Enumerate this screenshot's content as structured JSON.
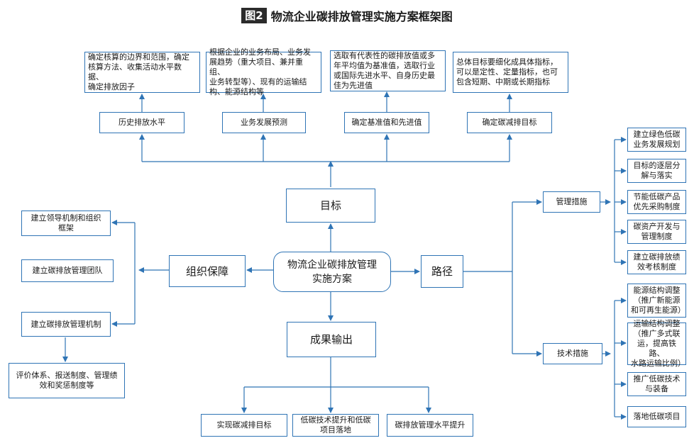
{
  "title": {
    "badge": "图2",
    "text": "物流企业碳排放管理实施方案框架图"
  },
  "center": "物流企业碳排放管理\n实施方案",
  "goal": {
    "label": "目标",
    "factors": [
      {
        "label": "历史排放水平",
        "detail": "确定核算的边界和范围，确定\n核算方法、收集活动水平数据、\n确定排放因子"
      },
      {
        "label": "业务发展预测",
        "detail": "根据企业的业务布局、业务发\n展趋势（重大项目、兼并重组、\n业务转型等）、现有的运输结\n构、能源结构等"
      },
      {
        "label": "确定基准值和先进值",
        "detail": "选取有代表性的碳排放值或多\n年平均值为基准值，选取行业\n或国际先进水平、自身历史最\n佳为先进值"
      },
      {
        "label": "确定碳减排目标",
        "detail": "总体目标要细化成具体指标，\n可以是定性、定量指标，也可\n包含短期、中期或长期指标"
      }
    ]
  },
  "org": {
    "label": "组织保障",
    "items": [
      "建立领导机制和组织\n框架",
      "建立碳排放管理团队",
      "建立碳排放管理机制"
    ],
    "sub": "评价体系、报送制度、管理绩\n效和奖惩制度等"
  },
  "path": {
    "label": "路径",
    "management": {
      "label": "管理措施",
      "items": [
        "建立绿色低碳\n业务发展规划",
        "目标的逐层分\n解与落实",
        "节能低碳产品\n优先采购制度",
        "碳资产开发与\n管理制度",
        "建立碳排放绩\n效考核制度"
      ]
    },
    "technical": {
      "label": "技术措施",
      "items": [
        "能源结构调整\n（推广新能源\n和可再生能源）",
        "运输结构调整\n（推广多式联\n运，提高铁路、\n水路运输比例）",
        "推广低碳技术\n与装备",
        "落地低碳项目"
      ]
    }
  },
  "output": {
    "label": "成果输出",
    "items": [
      "实现碳减排目标",
      "低碳技术提升和低碳\n项目落地",
      "碳排放管理水平提升"
    ]
  }
}
